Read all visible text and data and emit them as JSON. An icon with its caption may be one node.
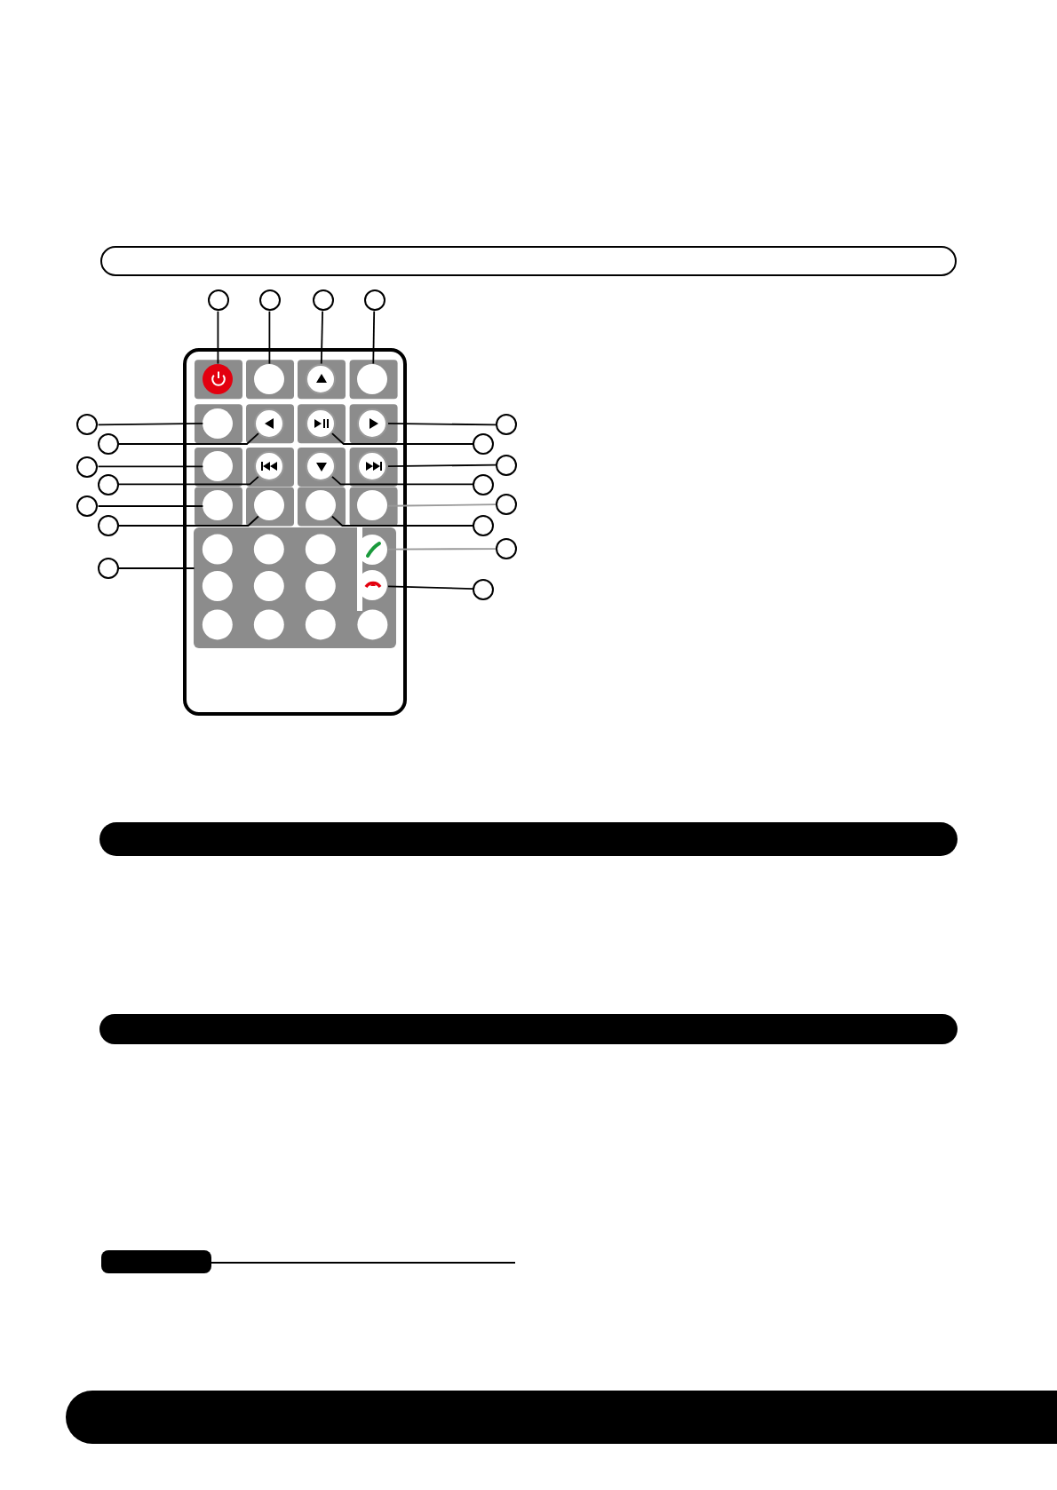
{
  "diagram": {
    "nodes": [
      {
        "text": [],
        "shape": "box"
      },
      {
        "text": [],
        "shape": "circle",
        "in": 0
      },
      {
        "text": [],
        "shape": "circle",
        "in": 0
      },
      {
        "text": [],
        "shape": "circle",
        "in": 0
      },
      {
        "text": [],
        "shape": "circle",
        "in": 0
      },
      {
        "text": [],
        "shape": "circle",
        "in": 0
      },
      {
        "text": [],
        "shape": "circle",
        "in": 0
      },
      {
        "text": [],
        "shape": "circle",
        "in": 0
      },
      {
        "text": [],
        "shape": "circle",
        "in": 0
      },
      {
        "text": [],
        "shape": "circle",
        "in": 0
      },
      {
        "text": [],
        "shape": "circle",
        "in": 0
      },
      {
        "text": [],
        "shape": "circle",
        "in": 0
      },
      {
        "text": [],
        "shape": "circle",
        "in": 0
      },
      {
        "text": [],
        "shape": "circle",
        "in": 0
      },
      {
        "text": [],
        "shape": "circle",
        "in": 0
      },
      {
        "text": [],
        "shape": "circle",
        "in": 0
      },
      {
        "text": [],
        "shape": "circle",
        "in": 0
      },
      {
        "text": [],
        "shape": "box",
        "in": 0
      },
      {
        "text": [],
        "shape": "circle",
        "in": 17
      },
      {
        "text": [],
        "shape": "circle",
        "in": 17
      },
      {
        "text": [],
        "shape": "circle"
      },
      {
        "text": [],
        "shape": "circle"
      },
      {
        "text": [],
        "shape": "circle"
      },
      {
        "text": [],
        "shape": "circle"
      },
      {
        "text": [],
        "shape": "circle"
      },
      {
        "text": [],
        "shape": "circle"
      },
      {
        "text": [],
        "shape": "circle"
      },
      {
        "text": [],
        "shape": "circle"
      },
      {
        "text": [],
        "shape": "circle"
      },
      {
        "text": [],
        "shape": "circle"
      },
      {
        "text": [],
        "shape": "circle"
      },
      {
        "text": [],
        "shape": "circle"
      },
      {
        "text": [],
        "shape": "circle"
      },
      {
        "text": [],
        "shape": "circle"
      },
      {
        "text": [],
        "shape": "circle"
      },
      {
        "text": [],
        "shape": "circle"
      },
      {
        "text": [],
        "shape": "circle"
      },
      {
        "text": [],
        "shape": "circle"
      },
      {
        "text": [],
        "shape": "circle"
      }
    ],
    "edges": [
      {
        "from": 20,
        "to": 1,
        "arrow": "none"
      },
      {
        "from": 21,
        "to": 2,
        "arrow": "none"
      },
      {
        "from": 22,
        "to": 3,
        "arrow": "none"
      },
      {
        "from": 23,
        "to": 4,
        "arrow": "none"
      },
      {
        "from": 24,
        "to": 5,
        "arrow": "none"
      },
      {
        "from": 25,
        "to": 6,
        "arrow": "none"
      },
      {
        "from": 26,
        "to": 9,
        "arrow": "none"
      },
      {
        "from": 27,
        "to": 10,
        "arrow": "none"
      },
      {
        "from": 28,
        "to": 13,
        "arrow": "none"
      },
      {
        "from": 29,
        "to": 14,
        "arrow": "none"
      },
      {
        "from": 30,
        "to": 17,
        "arrow": "none"
      },
      {
        "from": 31,
        "to": 8,
        "arrow": "none"
      },
      {
        "from": 32,
        "to": 7,
        "arrow": "none"
      },
      {
        "from": 33,
        "to": 12,
        "arrow": "none"
      },
      {
        "from": 34,
        "to": 11,
        "arrow": "none"
      },
      {
        "from": 35,
        "to": 16,
        "arrow": "none",
        "color": "#999999"
      },
      {
        "from": 36,
        "to": 15,
        "arrow": "none"
      },
      {
        "from": 37,
        "to": 18,
        "arrow": "none",
        "color": "#999999"
      },
      {
        "from": 38,
        "to": 19,
        "arrow": "none"
      }
    ]
  }
}
